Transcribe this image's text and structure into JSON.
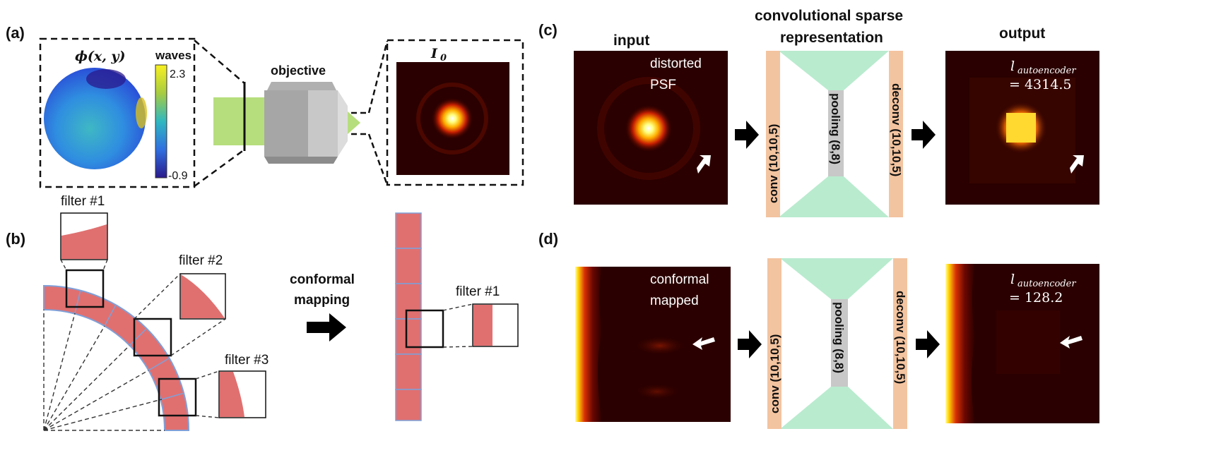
{
  "panel_a": {
    "label": "(a)",
    "phase_symbol": "ϕ(x, y)",
    "colorbar_title": "waves",
    "colorbar_max": "2.3",
    "colorbar_min": "-0.9",
    "objective_label": "objective",
    "intensity_symbol": "I",
    "intensity_subscript": "0"
  },
  "panel_b": {
    "label": "(b)",
    "filter1_label": "filter #1",
    "filter2_label": "filter #2",
    "filter3_label": "filter #3",
    "mapping_line1": "conformal",
    "mapping_line2": "mapping",
    "filter1_mapped_label": "filter #1"
  },
  "panel_c": {
    "label": "(c)",
    "input_title": "input",
    "network_title_line1": "convolutional sparse",
    "network_title_line2": "representation",
    "output_title": "output",
    "input_caption_line1": "distorted",
    "input_caption_line2": "PSF",
    "conv_label": "conv (10,10,5)",
    "pooling_label": "pooling (8,8)",
    "deconv_label": "deconv (10,10,5)",
    "loss_symbol": "l",
    "loss_subscript": "autoencoder",
    "loss_value": "= 4314.5"
  },
  "panel_d": {
    "label": "(d)",
    "input_caption_line1": "conformal",
    "input_caption_line2": "mapped",
    "conv_label": "conv (10,10,5)",
    "pooling_label": "pooling (8,8)",
    "deconv_label": "deconv (10,10,5)",
    "loss_symbol": "l",
    "loss_subscript": "autoencoder",
    "loss_value": "= 128.2"
  },
  "colors": {
    "filter_fill": "#e07070",
    "ring_outline": "#7fa0d8",
    "beam_green": "#b6de7c",
    "layer_peach": "#f3c4a0",
    "layer_mint": "#b9ebcf",
    "pool_gray": "#c8c8c8",
    "hot_dark": "#2a0000"
  }
}
